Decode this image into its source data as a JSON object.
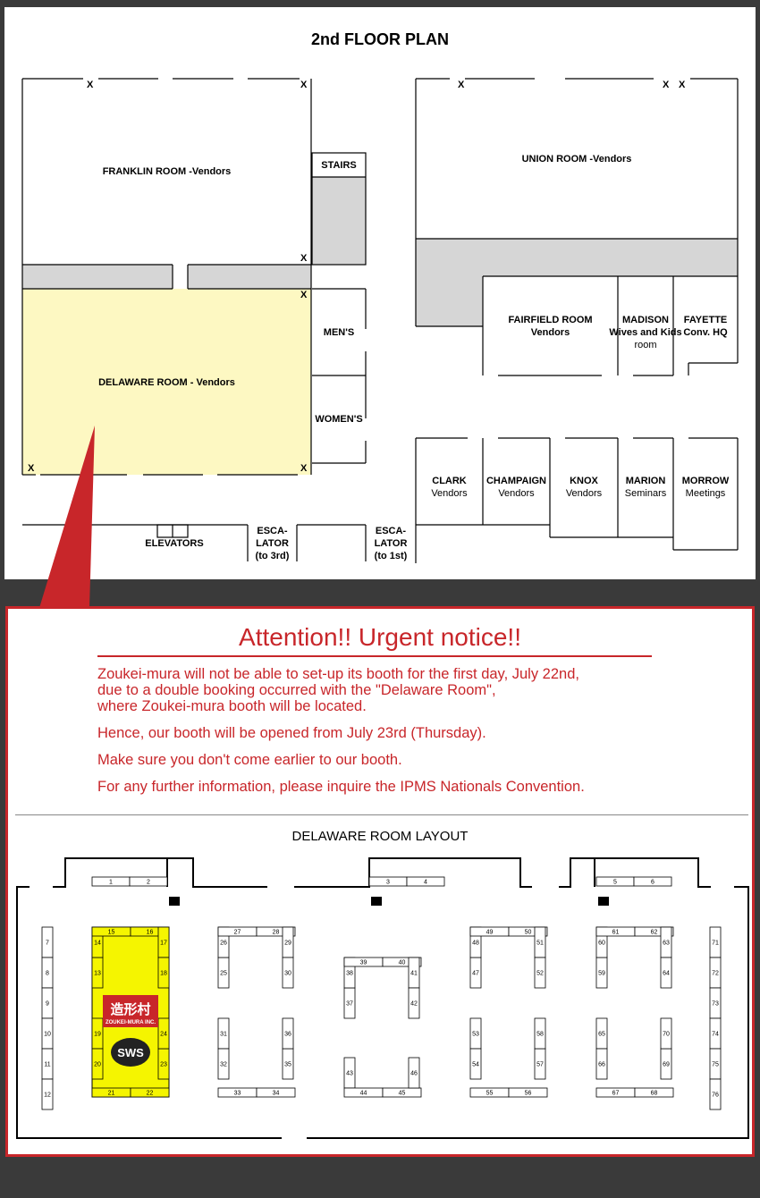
{
  "floor_plan": {
    "title": "2nd FLOOR PLAN",
    "x_mark": "X",
    "rooms": {
      "franklin": "FRANKLIN ROOM -Vendors",
      "union": "UNION ROOM -Vendors",
      "stairs": "STAIRS",
      "mens": "MEN'S",
      "womens": "WOMEN'S",
      "delaware": "DELAWARE ROOM - Vendors",
      "fairfield_name": "FAIRFIELD ROOM",
      "fairfield_sub": "Vendors",
      "madison_name": "MADISON",
      "madison_sub1": "Wives and Kids",
      "madison_sub2": "room",
      "fayette_name": "FAYETTE",
      "fayette_sub": "Conv. HQ",
      "clark_name": "CLARK",
      "clark_sub": "Vendors",
      "champaign_name": "CHAMPAIGN",
      "champaign_sub": "Vendors",
      "knox_name": "KNOX",
      "knox_sub": "Vendors",
      "marion_name": "MARION",
      "marion_sub": "Seminars",
      "morrow_name": "MORROW",
      "morrow_sub": "Meetings",
      "elevators": "ELEVATORS",
      "esc3_1": "ESCA-",
      "esc3_2": "LATOR",
      "esc3_3": "(to 3rd)",
      "esc1_1": "ESCA-",
      "esc1_2": "LATOR",
      "esc1_3": "(to 1st)"
    },
    "colors": {
      "highlight": "#fdf8c2",
      "corridor": "#d6d6d6"
    }
  },
  "notice": {
    "heading": "Attention!! Urgent notice!!",
    "line1": "Zoukei-mura will not be able to set-up its booth for the first day, July 22nd,",
    "line2": "due to a double booking occurred with the \"Delaware Room\",",
    "line3": "where Zoukei-mura booth will be located.",
    "p2": "Hence, our booth will be opened from July 23rd (Thursday).",
    "p3": "Make sure you don't come earlier to our booth.",
    "p4": "For any further information, please inquire the IPMS Nationals Convention.",
    "accent_color": "#c8262a"
  },
  "layout": {
    "title": "DELAWARE ROOM LAYOUT",
    "logo_jp": "造形村",
    "logo_en": "ZOUKEI-MURA INC.",
    "sws_logo": "SWS",
    "highlight_color": "#f5f500",
    "booths": [
      {
        "n": "1"
      },
      {
        "n": "2"
      },
      {
        "n": "3"
      },
      {
        "n": "4"
      },
      {
        "n": "5"
      },
      {
        "n": "6"
      },
      {
        "n": "7"
      },
      {
        "n": "8"
      },
      {
        "n": "9"
      },
      {
        "n": "10"
      },
      {
        "n": "11"
      },
      {
        "n": "12"
      },
      {
        "n": "13"
      },
      {
        "n": "14"
      },
      {
        "n": "15"
      },
      {
        "n": "16"
      },
      {
        "n": "17"
      },
      {
        "n": "18"
      },
      {
        "n": "19"
      },
      {
        "n": "20"
      },
      {
        "n": "21"
      },
      {
        "n": "22"
      },
      {
        "n": "23"
      },
      {
        "n": "24"
      },
      {
        "n": "25"
      },
      {
        "n": "26"
      },
      {
        "n": "27"
      },
      {
        "n": "28"
      },
      {
        "n": "29"
      },
      {
        "n": "30"
      },
      {
        "n": "31"
      },
      {
        "n": "32"
      },
      {
        "n": "33"
      },
      {
        "n": "34"
      },
      {
        "n": "35"
      },
      {
        "n": "36"
      },
      {
        "n": "37"
      },
      {
        "n": "38"
      },
      {
        "n": "39"
      },
      {
        "n": "40"
      },
      {
        "n": "41"
      },
      {
        "n": "42"
      },
      {
        "n": "43"
      },
      {
        "n": "44"
      },
      {
        "n": "45"
      },
      {
        "n": "46"
      },
      {
        "n": "47"
      },
      {
        "n": "48"
      },
      {
        "n": "49"
      },
      {
        "n": "50"
      },
      {
        "n": "51"
      },
      {
        "n": "52"
      },
      {
        "n": "53"
      },
      {
        "n": "54"
      },
      {
        "n": "55"
      },
      {
        "n": "56"
      },
      {
        "n": "57"
      },
      {
        "n": "58"
      },
      {
        "n": "59"
      },
      {
        "n": "60"
      },
      {
        "n": "61"
      },
      {
        "n": "62"
      },
      {
        "n": "63"
      },
      {
        "n": "64"
      },
      {
        "n": "65"
      },
      {
        "n": "66"
      },
      {
        "n": "67"
      },
      {
        "n": "68"
      },
      {
        "n": "69"
      },
      {
        "n": "70"
      },
      {
        "n": "71"
      },
      {
        "n": "72"
      },
      {
        "n": "73"
      },
      {
        "n": "74"
      },
      {
        "n": "75"
      },
      {
        "n": "76"
      }
    ]
  }
}
